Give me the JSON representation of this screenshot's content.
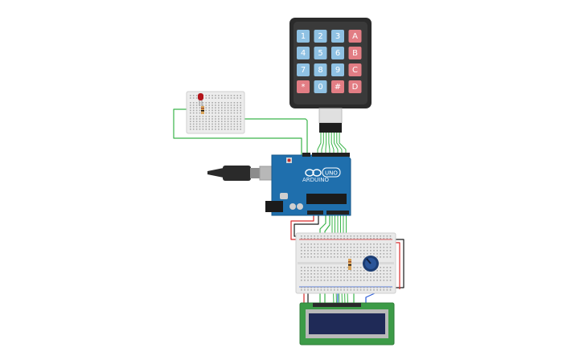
{
  "keypad": {
    "keys": [
      {
        "label": "1",
        "kind": "num"
      },
      {
        "label": "2",
        "kind": "num"
      },
      {
        "label": "3",
        "kind": "num"
      },
      {
        "label": "A",
        "kind": "letter"
      },
      {
        "label": "4",
        "kind": "num"
      },
      {
        "label": "5",
        "kind": "num"
      },
      {
        "label": "6",
        "kind": "num"
      },
      {
        "label": "B",
        "kind": "letter"
      },
      {
        "label": "7",
        "kind": "num"
      },
      {
        "label": "8",
        "kind": "num"
      },
      {
        "label": "9",
        "kind": "num"
      },
      {
        "label": "C",
        "kind": "letter"
      },
      {
        "label": "*",
        "kind": "letter"
      },
      {
        "label": "0",
        "kind": "num"
      },
      {
        "label": "#",
        "kind": "letter"
      },
      {
        "label": "D",
        "kind": "letter"
      }
    ],
    "colors": {
      "body": "#2b2b2b",
      "num": "#8fc1e3",
      "letter": "#e27d84"
    }
  },
  "arduino": {
    "model": "UNO",
    "brand": "ARDUINO",
    "colors": {
      "board": "#1f6fad",
      "header": "#222222",
      "usb": "#b8b8b8"
    }
  },
  "wire_colors": {
    "green": "#3ab54a",
    "red": "#d72a2a",
    "black": "#1a1a1a",
    "blue": "#2a5bd7"
  },
  "lcd": {
    "colors": {
      "pcb": "#3c9b47",
      "screen": "#1f2a57",
      "frame": "#b9b9b9"
    }
  }
}
